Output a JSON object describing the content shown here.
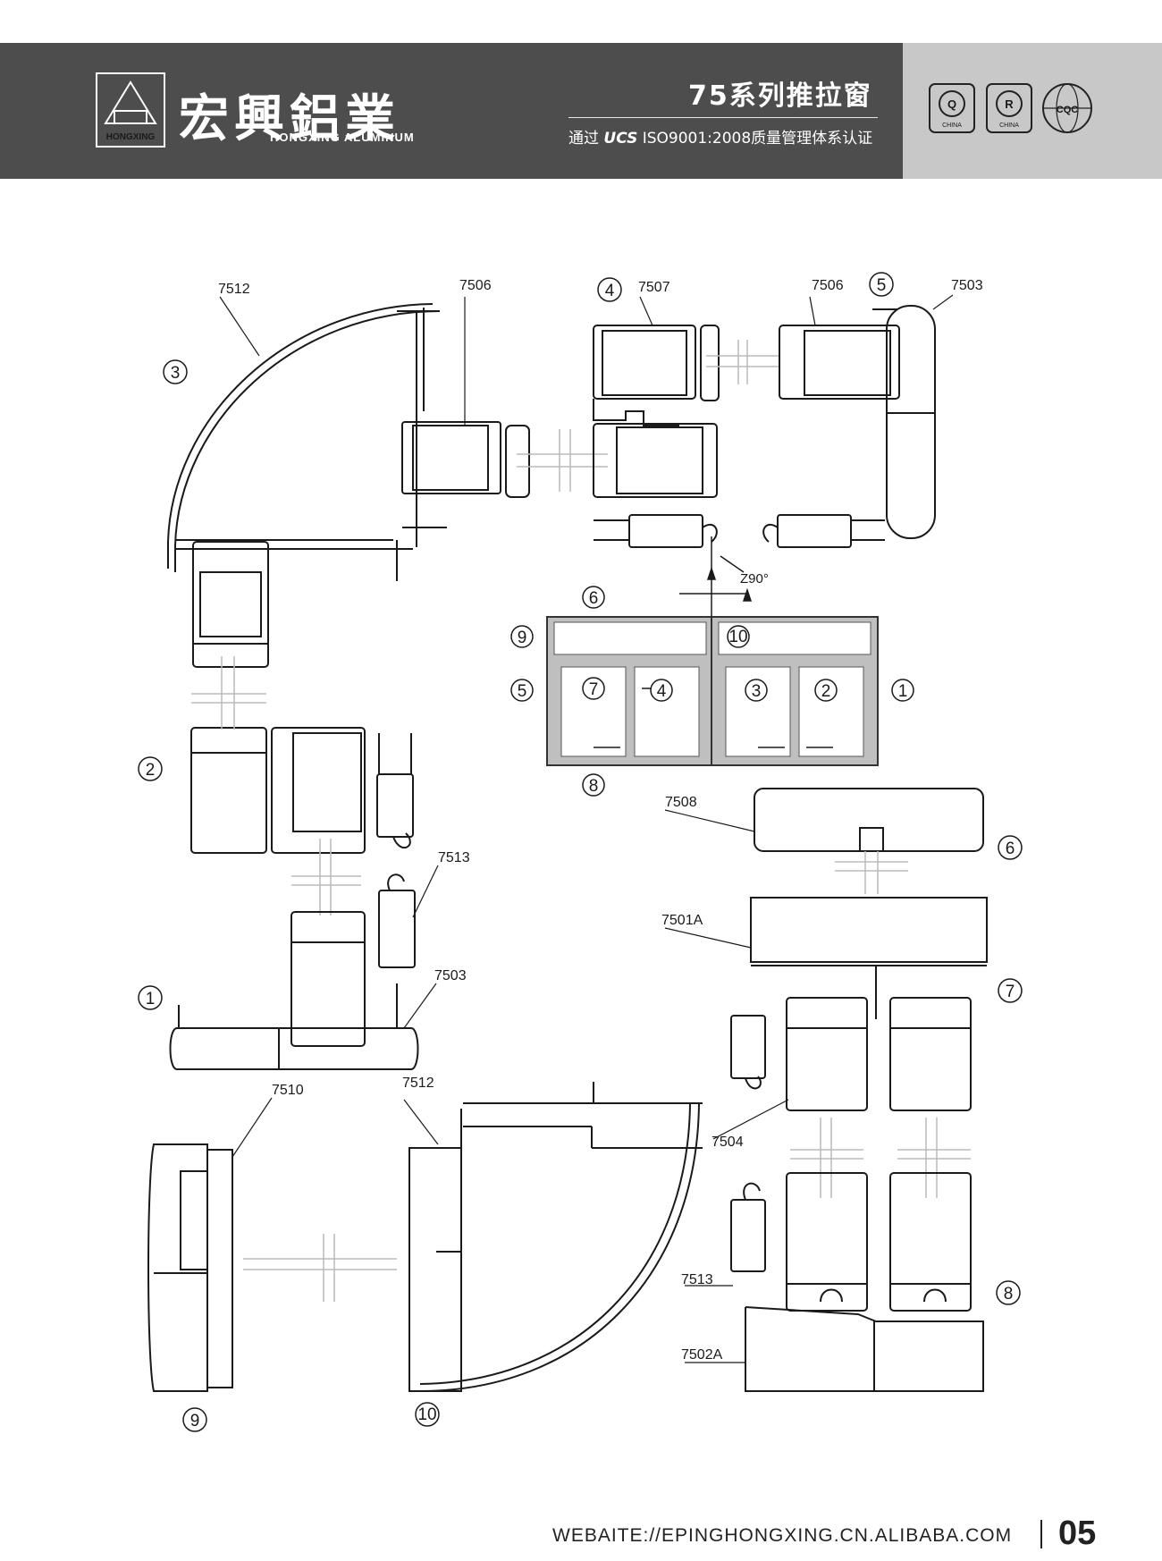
{
  "header": {
    "brand_cn": "宏興鋁業",
    "brand_en": "HONGXING ALUMINUM",
    "logo_text": "HONGXING",
    "series_title": "75系列推拉窗",
    "cert_prefix": "通过",
    "cert_ucs": "UCS",
    "cert_suffix": "ISO9001:2008质量管理体系认证",
    "cert_badges": [
      "Q",
      "R",
      "CQC"
    ],
    "badge_caption": "CHINA"
  },
  "labels": {
    "p7512_top": "7512",
    "p7506_top": "7506",
    "p7507": "7507",
    "p7506_r": "7506",
    "p7503_top": "7503",
    "p7508": "7508",
    "p7501a": "7501A",
    "p7513_mid": "7513",
    "p7503_mid": "7503",
    "p7510": "7510",
    "p7512_bot": "7512",
    "p7504": "7504",
    "p7513_bot": "7513",
    "p7502a": "7502A",
    "angle": "Z90°"
  },
  "markers": {
    "m3": "3",
    "m4": "4",
    "m5": "5",
    "m2": "2",
    "m1": "1",
    "m6": "6",
    "m7": "7",
    "m8": "8",
    "m9": "9",
    "m10": "10"
  },
  "elevation_markers": [
    "6",
    "9",
    "10",
    "5",
    "7",
    "4",
    "3",
    "2",
    "1",
    "8"
  ],
  "footer": {
    "url": "WEBAITE://EPINGHONGXING.CN.ALIBABA.COM",
    "page": "05"
  }
}
